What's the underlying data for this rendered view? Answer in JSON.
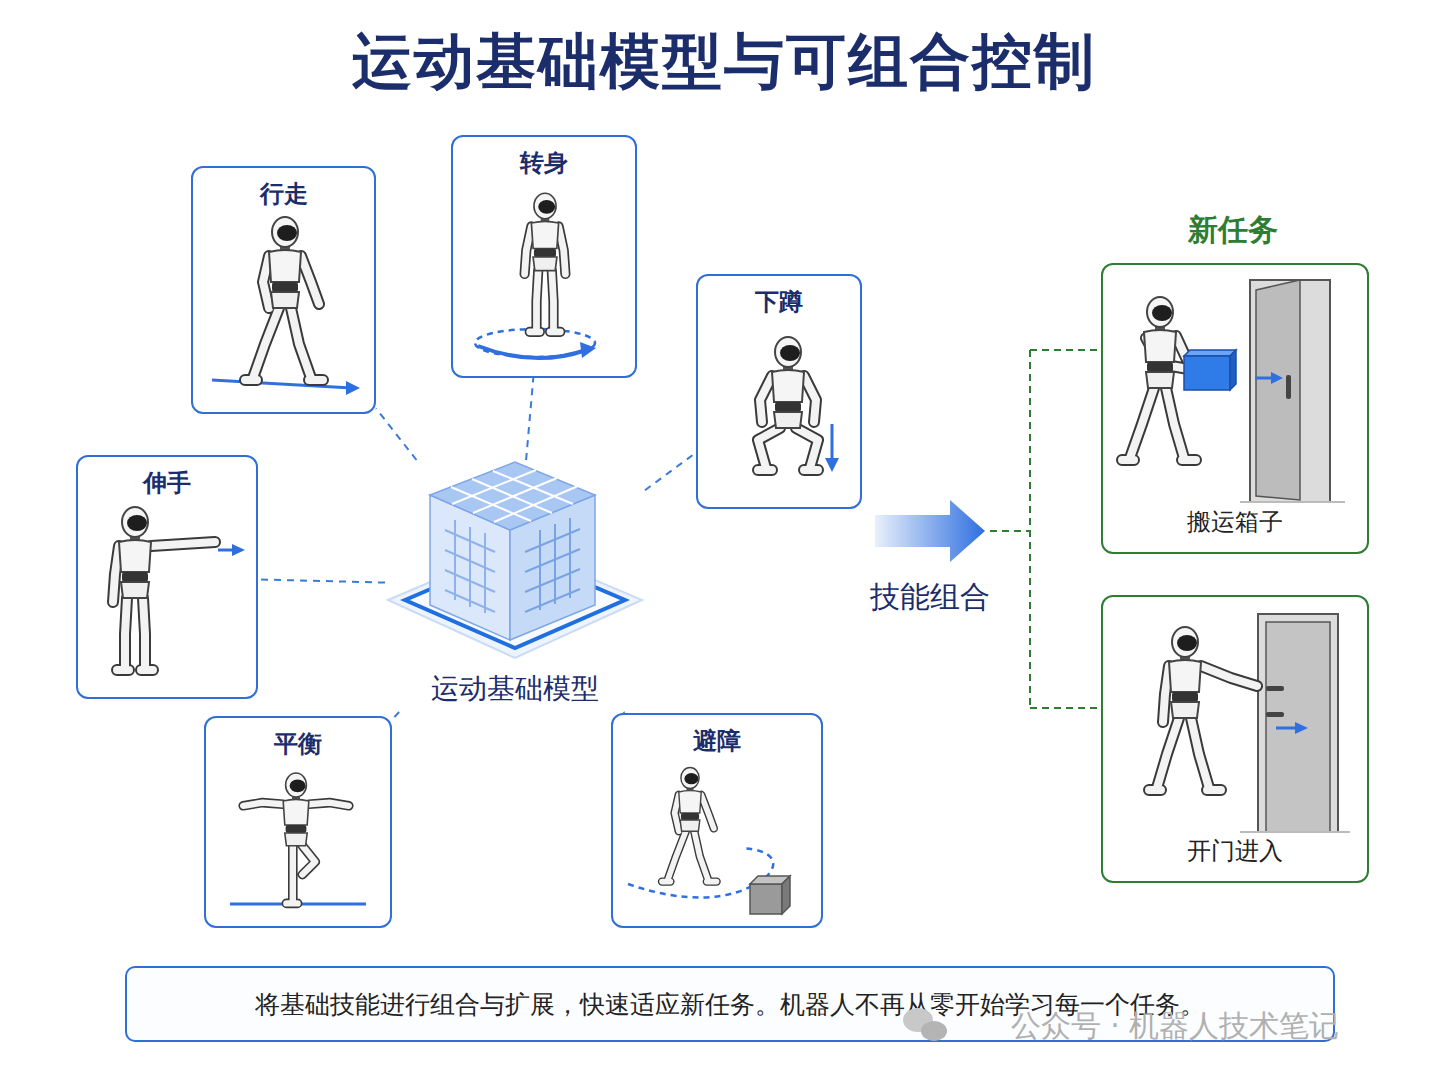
{
  "diagram": {
    "title": "运动基础模型与可组合控制",
    "caption": "将基础技能进行组合与扩展，快速适应新任务。机器人不再从零开始学习每一个任务。",
    "nodes": [
      {
        "text": [
          "行走"
        ]
      },
      {
        "text": [
          "转身"
        ]
      },
      {
        "text": [
          "下蹲"
        ]
      },
      {
        "text": [
          "伸手"
        ]
      },
      {
        "text": [
          "运动基础模型"
        ]
      },
      {
        "text": [
          "平衡"
        ]
      },
      {
        "text": [
          "避障"
        ]
      },
      {
        "text": [
          "搬运箱子"
        ]
      },
      {
        "text": [
          "开门进入"
        ]
      }
    ],
    "edges": [
      {
        "from": 4,
        "to": 0,
        "arrow": "none"
      },
      {
        "from": 4,
        "to": 1,
        "arrow": "none"
      },
      {
        "from": 4,
        "to": 2,
        "arrow": "none"
      },
      {
        "from": 4,
        "to": 3,
        "arrow": "none"
      },
      {
        "from": 4,
        "to": 5,
        "arrow": "none"
      },
      {
        "from": 4,
        "to": 6,
        "arrow": "none"
      }
    ],
    "labels": [
      "新任务",
      "技能组合",
      "公众号 · 机器人技术笔记"
    ]
  }
}
